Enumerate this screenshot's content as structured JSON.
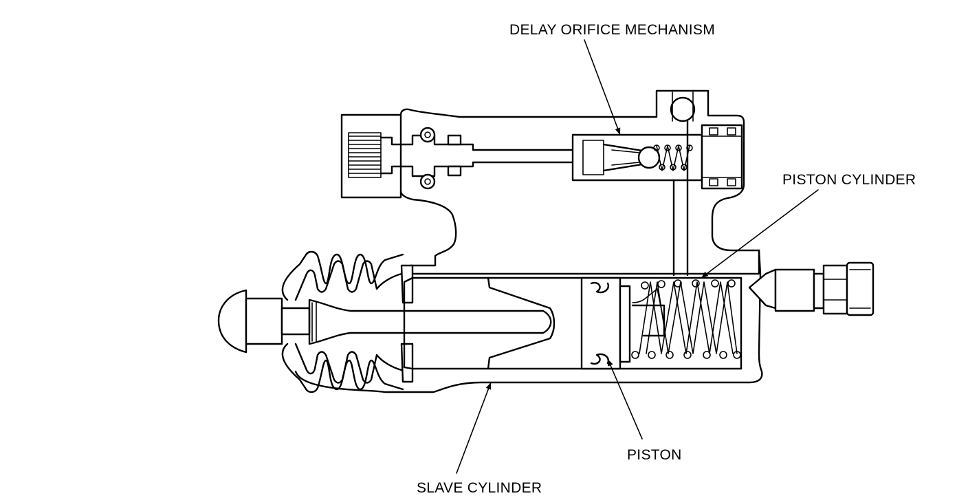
{
  "labels": {
    "delay_orifice": "DELAY ORIFICE MECHANISM",
    "piston_cylinder": "PISTON CYLINDER",
    "piston": "PISTON",
    "slave_cylinder": "SLAVE CYLINDER"
  },
  "colors": {
    "line": "#000000",
    "background": "#ffffff"
  }
}
